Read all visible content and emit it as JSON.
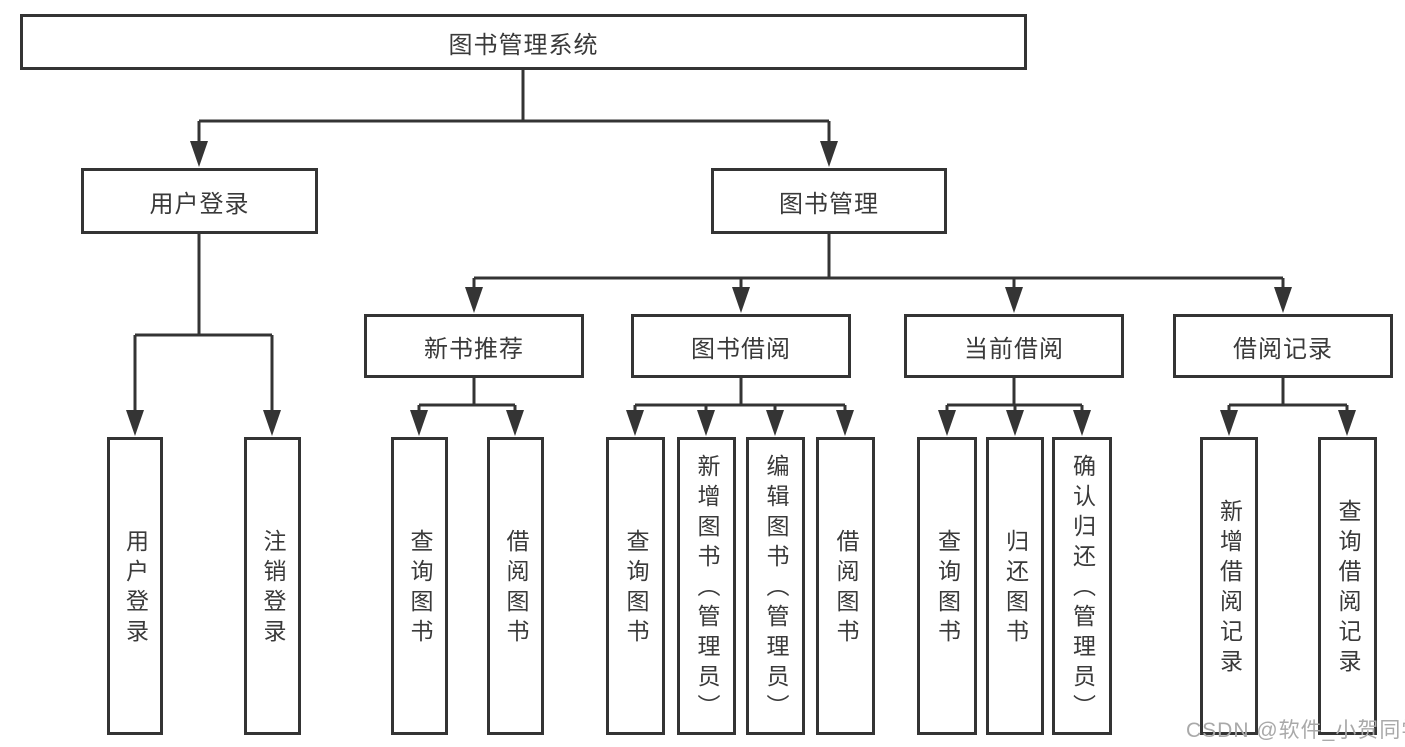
{
  "colors": {
    "line": "#343434",
    "box_border": "#343434",
    "text": "#3a3a3a",
    "watermark": "#a9a9a9",
    "background": "#ffffff"
  },
  "watermark": {
    "text": "CSDN @软件_小贺同学"
  },
  "tree": {
    "label": "图书管理系统",
    "children": [
      {
        "label": "用户登录",
        "children": [
          {
            "label": "用户登录"
          },
          {
            "label": "注销登录"
          }
        ]
      },
      {
        "label": "图书管理",
        "children": [
          {
            "label": "新书推荐",
            "children": [
              {
                "label": "查询图书"
              },
              {
                "label": "借阅图书"
              }
            ]
          },
          {
            "label": "图书借阅",
            "children": [
              {
                "label": "查询图书"
              },
              {
                "label": "新增图书（管理员）"
              },
              {
                "label": "编辑图书（管理员）"
              },
              {
                "label": "借阅图书"
              }
            ]
          },
          {
            "label": "当前借阅",
            "children": [
              {
                "label": "查询图书"
              },
              {
                "label": "归还图书"
              },
              {
                "label": "确认归还（管理员）"
              }
            ]
          },
          {
            "label": "借阅记录",
            "children": [
              {
                "label": "新增借阅记录"
              },
              {
                "label": "查询借阅记录"
              }
            ]
          }
        ]
      }
    ]
  }
}
